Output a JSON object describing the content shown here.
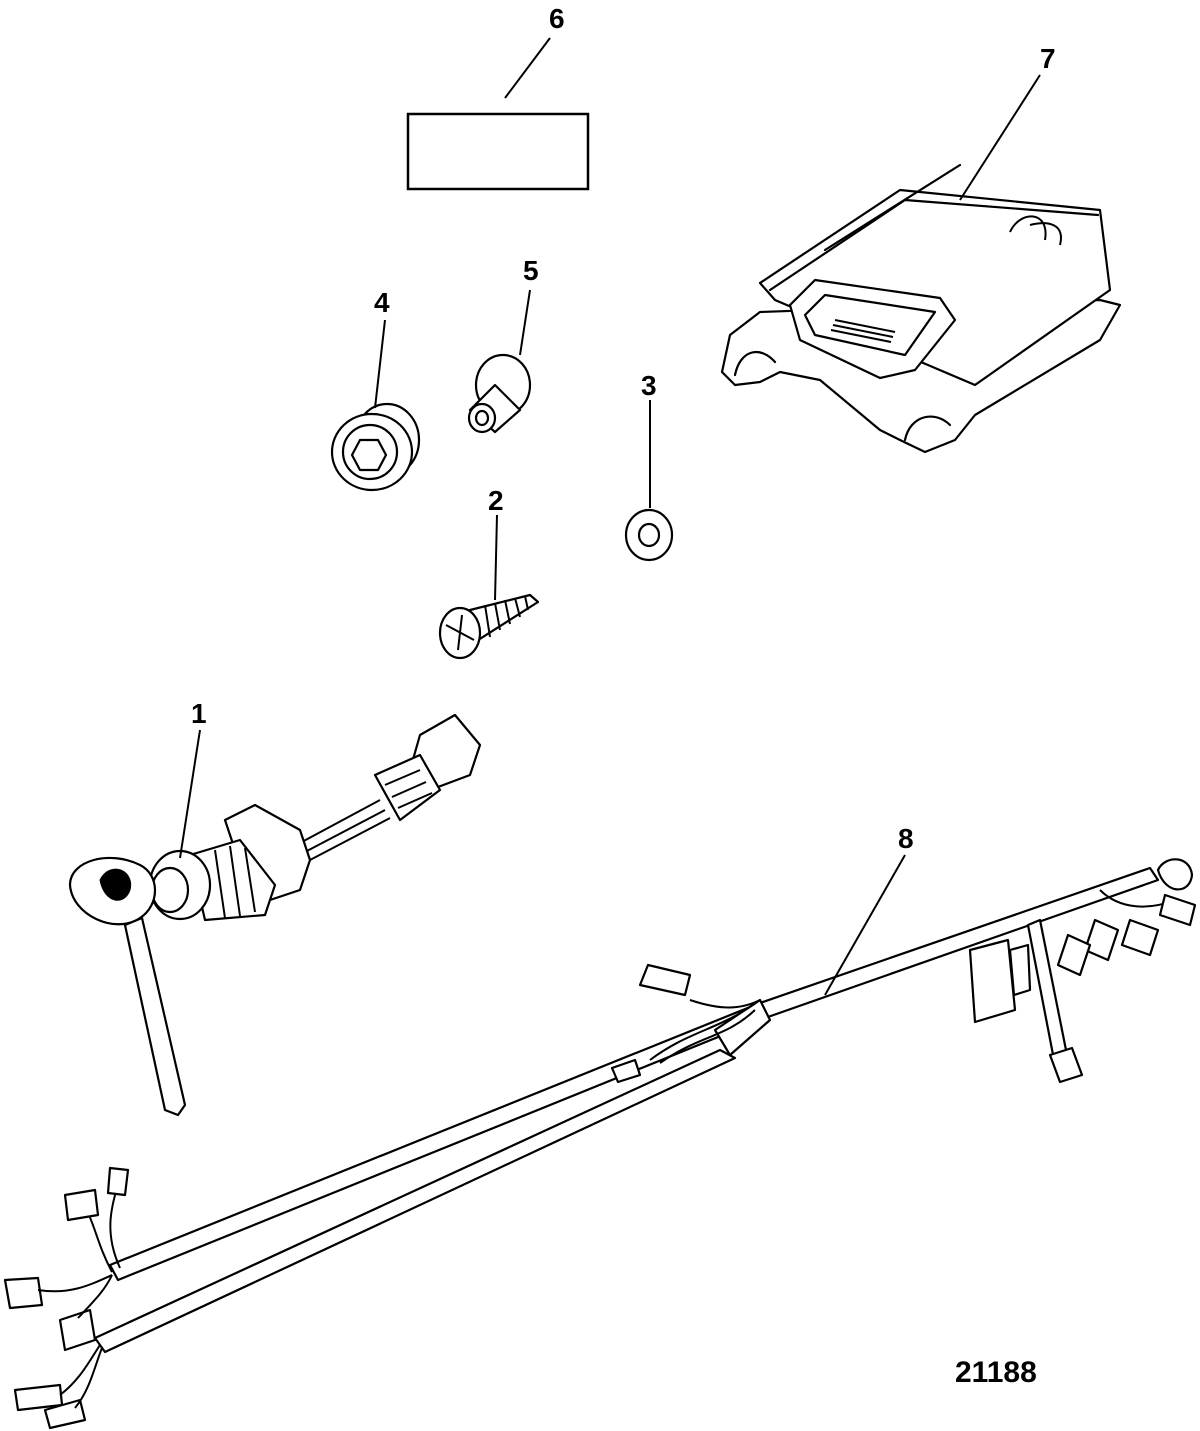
{
  "figure_number": "21188",
  "callouts": [
    {
      "id": "1",
      "label": "1"
    },
    {
      "id": "2",
      "label": "2"
    },
    {
      "id": "3",
      "label": "3"
    },
    {
      "id": "4",
      "label": "4"
    },
    {
      "id": "5",
      "label": "5"
    },
    {
      "id": "6",
      "label": "6"
    },
    {
      "id": "7",
      "label": "7"
    },
    {
      "id": "8",
      "label": "8"
    }
  ],
  "line_color": "#000000",
  "background_color": "#ffffff"
}
